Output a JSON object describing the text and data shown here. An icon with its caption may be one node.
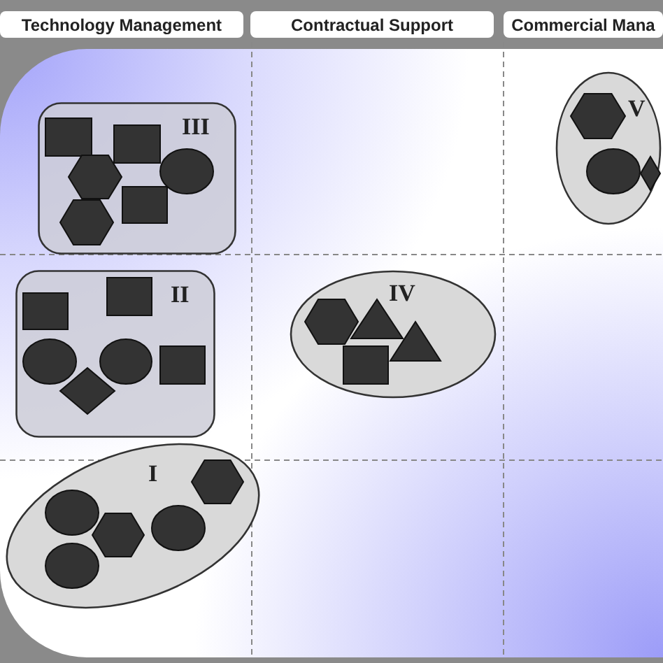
{
  "diagram": {
    "nodes": [
      {
        "text": [
          "Technology Management"
        ]
      },
      {
        "text": [
          "Contractual Support"
        ]
      },
      {
        "text": [
          "Commercial Mana"
        ]
      },
      {
        "text": [
          "III"
        ]
      },
      {
        "text": [],
        "shape": "square",
        "in": 3
      },
      {
        "text": [],
        "shape": "square",
        "in": 3
      },
      {
        "text": [],
        "shape": "hexagon",
        "in": 3
      },
      {
        "text": [],
        "shape": "circle",
        "in": 3
      },
      {
        "text": [],
        "shape": "square",
        "in": 3
      },
      {
        "text": [],
        "shape": "hexagon",
        "in": 3
      },
      {
        "text": [
          "V"
        ]
      },
      {
        "text": [],
        "shape": "hexagon",
        "in": 10
      },
      {
        "text": [],
        "shape": "circle",
        "in": 10
      },
      {
        "text": [],
        "shape": "diamond",
        "in": 10
      },
      {
        "text": [
          "II"
        ]
      },
      {
        "text": [],
        "shape": "square",
        "in": 14
      },
      {
        "text": [],
        "shape": "square",
        "in": 14
      },
      {
        "text": [],
        "shape": "circle",
        "in": 14
      },
      {
        "text": [],
        "shape": "circle",
        "in": 14
      },
      {
        "text": [],
        "shape": "square",
        "in": 14
      },
      {
        "text": [],
        "shape": "diamond",
        "in": 14
      },
      {
        "text": [
          "IV"
        ]
      },
      {
        "text": [],
        "shape": "hexagon",
        "in": 21
      },
      {
        "text": [],
        "shape": "triangle",
        "in": 21
      },
      {
        "text": [],
        "shape": "triangle",
        "in": 21
      },
      {
        "text": [],
        "shape": "square",
        "in": 21
      },
      {
        "text": [
          "I"
        ]
      },
      {
        "text": [],
        "shape": "hexagon",
        "in": 26
      },
      {
        "text": [],
        "shape": "circle",
        "in": 26
      },
      {
        "text": [],
        "shape": "hexagon",
        "in": 26
      },
      {
        "text": [],
        "shape": "circle",
        "in": 26
      },
      {
        "text": [],
        "shape": "circle",
        "in": 26
      }
    ]
  }
}
